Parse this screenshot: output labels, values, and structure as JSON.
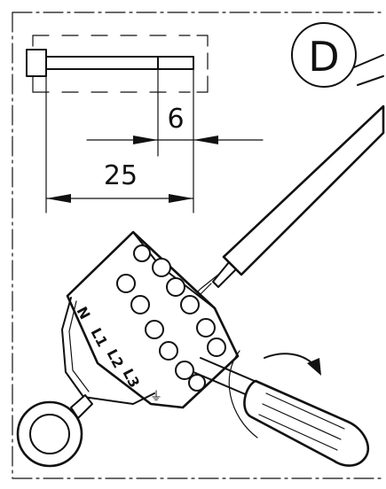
{
  "detail": {
    "label": "D"
  },
  "dimensions": {
    "strip_length": "25",
    "conductor_offset": "6"
  },
  "terminal_labels": [
    "N",
    "L1",
    "L2",
    "L3"
  ],
  "earth_symbol": "⏚",
  "colors": {
    "line": "#111111",
    "background": "#ffffff"
  }
}
